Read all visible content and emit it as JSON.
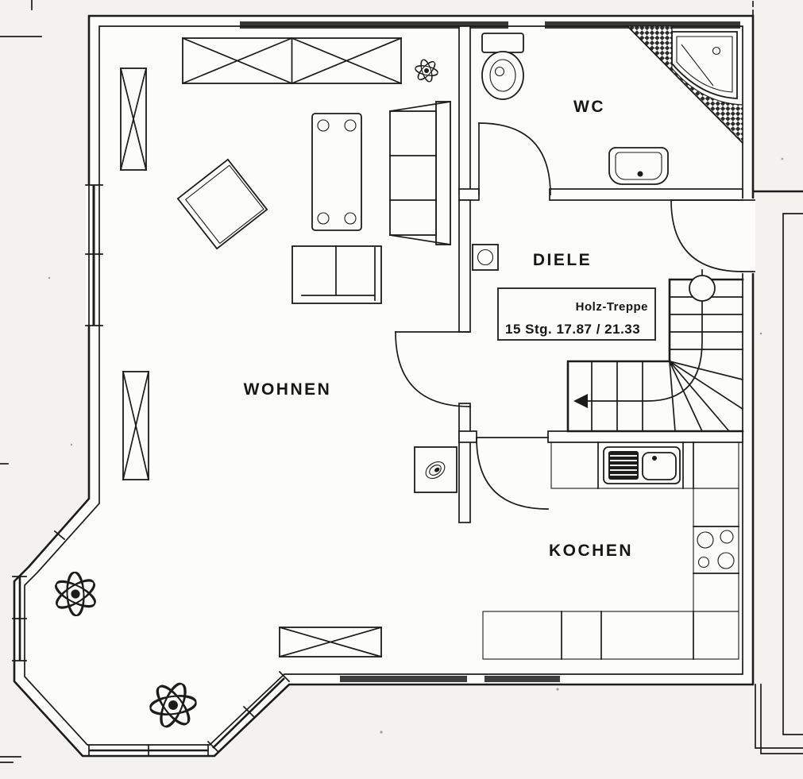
{
  "plan": {
    "rooms": [
      {
        "id": "wohnen",
        "label": "WOHNEN"
      },
      {
        "id": "wc",
        "label": "WC"
      },
      {
        "id": "diele",
        "label": "DIELE"
      },
      {
        "id": "kochen",
        "label": "KOCHEN"
      }
    ],
    "stair_note": {
      "line1": "Holz-Treppe",
      "line2": "15 Stg. 17.87 / 21.33"
    },
    "icons": {
      "toilet-icon": "wc toilet with cistern",
      "shower-icon": "corner shower tray with drain",
      "washbasin-icon": "hand wash basin",
      "sink-icon": "kitchen sink with drainer",
      "cooktop-icon": "4-burner hob",
      "staircase-icon": "quarter-turn winder wood stair, 15 risers",
      "plant-icon": "potted plant",
      "wardrobe-icon": "cabinet marked with X",
      "sofa-icon": "three-seat sofa",
      "table-icon": "table with four chairs/feet"
    },
    "colors": {
      "ink": "#1c1c1c",
      "paper": "#f3f2ee"
    }
  }
}
